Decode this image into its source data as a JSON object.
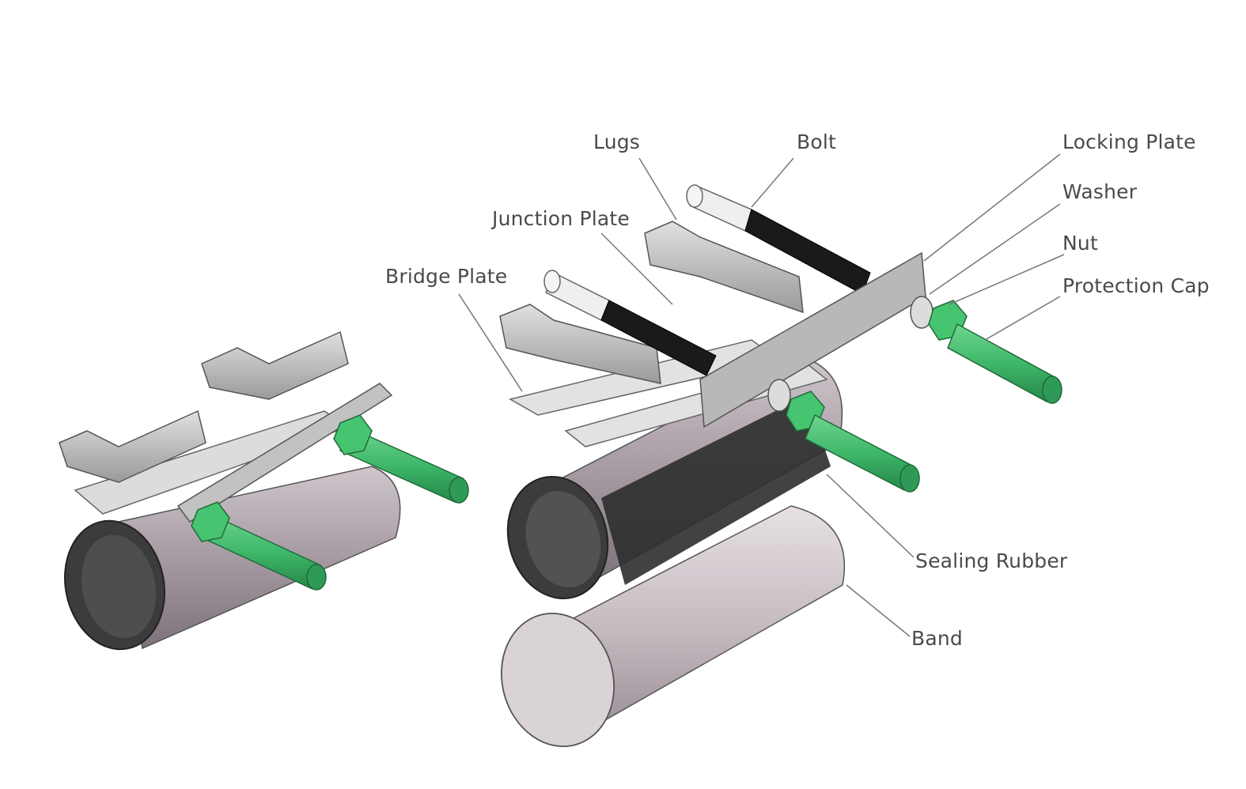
{
  "labels": {
    "lugs": "Lugs",
    "bolt": "Bolt",
    "locking_plate": "Locking Plate",
    "washer": "Washer",
    "junction_plate": "Junction Plate",
    "nut": "Nut",
    "bridge_plate": "Bridge Plate",
    "protection_cap": "Protection Cap",
    "sealing_rubber": "Sealing Rubber",
    "band": "Band"
  },
  "colors": {
    "pipe_body": "#a69aa3",
    "pipe_inner": "#3c3c3c",
    "steel": "#b9b9b9",
    "bolt_black": "#1a1a1a",
    "cap_green": "#3fb86a",
    "rubber": "#2e2e2e",
    "leader": "#777777",
    "text": "#4a4a4a"
  }
}
